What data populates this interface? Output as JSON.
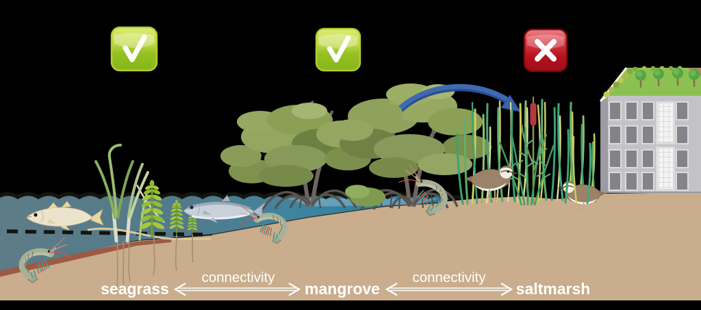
{
  "labels": {
    "seagrass": "seagrass",
    "mangrove": "mangrove",
    "saltmarsh": "saltmarsh",
    "connectivity_left": "connectivity",
    "connectivity_right": "connectivity"
  },
  "icons": {
    "seagrass_status": {
      "glyph": "check-icon",
      "color": "#8fbc1d"
    },
    "mangrove_status": {
      "glyph": "check-icon",
      "color": "#8fbc1d"
    },
    "saltmarsh_status": {
      "glyph": "cross-icon",
      "color": "#b5121c"
    }
  },
  "colors": {
    "background": "#000000",
    "check_green": "#8fbc1d",
    "cross_red": "#b5121c",
    "arrow_blue": "#3a63a8",
    "water_teal": "#527a8a",
    "water_bright_blue": "#2f80a6",
    "sand_tan": "#c9ad8c",
    "sediment_rust": "#9b5a43",
    "mangrove_canopy_green": "#8ea25c",
    "saltmarsh_green": "#3ba272",
    "label_text": "#ffffff"
  }
}
